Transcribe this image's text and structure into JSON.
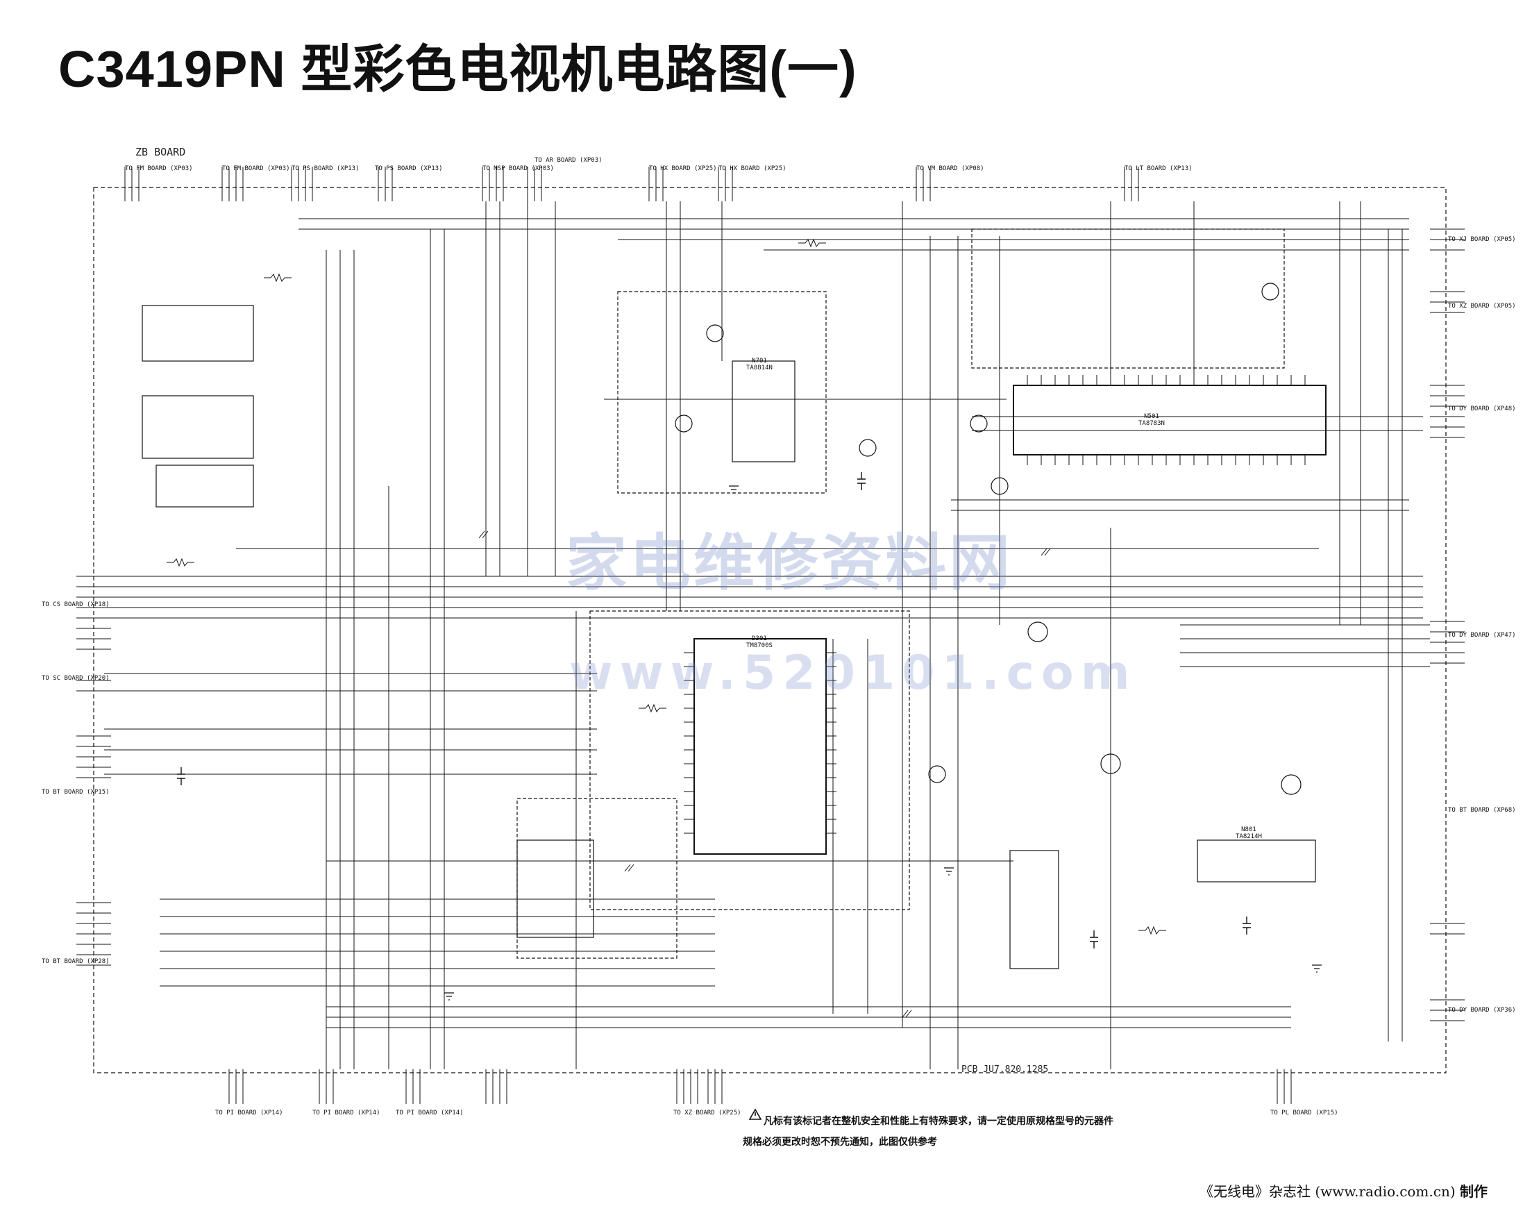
{
  "title": "C3419PN 型彩色电视机电路图(一)",
  "board_name": "ZB BOARD",
  "watermark_cn": "家电维修资料网",
  "watermark_url": "www.520101.com",
  "pcb_number": "PCB JU7.820.1285",
  "notes": {
    "line1": "凡标有该标记者在整机安全和性能上有特殊要求，请一定使用原规格型号的元器件",
    "line2": "规格必须更改时恕不预先通知，此图仅供参考",
    "warning_icon": "warning-triangle-icon"
  },
  "credit": {
    "publisher": "《无线电》杂志社",
    "url": "(www.radio.com.cn)",
    "suffix": "制作"
  },
  "top_connectors": [
    {
      "label": "TO FM BOARD (XP03)"
    },
    {
      "label": "TO FM BOARD (XP03)"
    },
    {
      "label": "TO PS BOARD (XP13)"
    },
    {
      "label": "TO PS BOARD (XP13)"
    },
    {
      "label": "TO MSP BOARD (XP03)"
    },
    {
      "label": "TO AR BOARD (XP03)"
    },
    {
      "label": "TO HX BOARD (XP25)"
    },
    {
      "label": "TO HX BOARD (XP25)"
    },
    {
      "label": "TO VM BOARD (XP08)"
    },
    {
      "label": "TO LT BOARD (XP13)"
    }
  ],
  "left_connectors": [
    {
      "label": "TO CS BOARD (XP18)"
    },
    {
      "label": "TO SC BOARD (XP20)"
    },
    {
      "label": "TO BT BOARD (XP15)"
    },
    {
      "label": "TO BT BOARD (XP28)"
    }
  ],
  "right_connectors": [
    {
      "label": "TO XJ BOARD (XP05)"
    },
    {
      "label": "TO XZ BOARD (XP05)"
    },
    {
      "label": "TO DY BOARD (XP48)"
    },
    {
      "label": "TO DY BOARD (XP47)"
    },
    {
      "label": "TO BT BOARD (XP68)"
    },
    {
      "label": "TO DY BOARD (XP36)"
    }
  ],
  "bottom_connectors": [
    {
      "label": "TO PI BOARD (XP14)"
    },
    {
      "label": "TO PI BOARD (XP14)"
    },
    {
      "label": "TO PI BOARD (XP14)"
    },
    {
      "label": "TO XZ BOARD (XP25)"
    },
    {
      "label": "TO PL BOARD (XP15)"
    }
  ],
  "ics": [
    {
      "name": "N501",
      "part": "TA8783N"
    },
    {
      "name": "N701",
      "part": "TA8814N"
    },
    {
      "name": "D301",
      "part": "TM8700S"
    },
    {
      "name": "N801",
      "part": "TA8214H"
    }
  ]
}
